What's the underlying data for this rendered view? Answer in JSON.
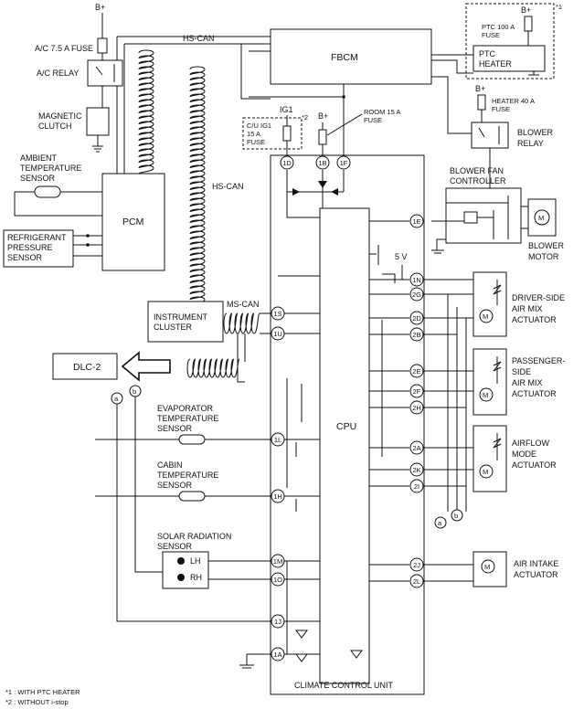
{
  "labels": {
    "fbcm": "FBCM",
    "hs_can_top": "HS-CAN",
    "hs_can_mid": "HS-CAN",
    "ms_can": "MS-CAN",
    "bplus_1": "B+",
    "bplus_2": "B+",
    "bplus_3": "B+",
    "bplus_4": "B+",
    "ig1": "IG1",
    "ac_fuse": "A/C 7.5 A FUSE",
    "ac_relay": "A/C RELAY",
    "magnetic_clutch_1": "MAGNETIC",
    "magnetic_clutch_2": "CLUTCH",
    "ambient_1": "AMBIENT",
    "ambient_2": "TEMPERATURE",
    "ambient_3": "SENSOR",
    "pcm": "PCM",
    "refrig_1": "REFRIGERANT",
    "refrig_2": "PRESSURE",
    "refrig_3": "SENSOR",
    "instrument_1": "INSTRUMENT",
    "instrument_2": "CLUSTER",
    "dlc2": "DLC-2",
    "cu_ig1_1": "C/U IG1",
    "cu_ig1_2": "15 A",
    "cu_ig1_3": "FUSE",
    "room_fuse_1": "ROOM 15 A",
    "room_fuse_2": "FUSE",
    "ptc_fuse_1": "PTC 100 A",
    "ptc_fuse_2": "FUSE",
    "ptc_heater_1": "PTC",
    "ptc_heater_2": "HEATER",
    "heater_fuse_1": "HEATER 40 A",
    "heater_fuse_2": "FUSE",
    "blower_relay_1": "BLOWER",
    "blower_relay_2": "RELAY",
    "blower_fan_1": "BLOWER FAN",
    "blower_fan_2": "CONTROLLER",
    "blower_motor_1": "BLOWER",
    "blower_motor_2": "MOTOR",
    "five_v": "5 V",
    "cpu": "CPU",
    "climate_unit": "CLIMATE CONTROL UNIT",
    "evap_1": "EVAPORATOR",
    "evap_2": "TEMPERATURE",
    "evap_3": "SENSOR",
    "cabin_1": "CABIN",
    "cabin_2": "TEMPERATURE",
    "cabin_3": "SENSOR",
    "solar_1": "SOLAR RADIATION",
    "solar_2": "SENSOR",
    "lh": "LH",
    "rh": "RH",
    "driver_1": "DRIVER-SIDE",
    "driver_2": "AIR MIX",
    "driver_3": "ACTUATOR",
    "pass_1": "PASSENGER-",
    "pass_2": "SIDE",
    "pass_3": "AIR MIX",
    "pass_4": "ACTUATOR",
    "airflow_1": "AIRFLOW",
    "airflow_2": "MODE",
    "airflow_3": "ACTUATOR",
    "intake_1": "AIR INTAKE",
    "intake_2": "ACTUATOR",
    "note_star1": "*1",
    "note_star2": "*2",
    "m": "M",
    "m2": "M",
    "m3": "M",
    "m4": "M",
    "m5": "M",
    "a_top": "a",
    "b_top": "b",
    "a_bot": "a",
    "b_bot": "b"
  },
  "pins": {
    "p1D": "1D",
    "p1B": "1B",
    "p1F": "1F",
    "p1E": "1E",
    "p1N": "1N",
    "p2G": "2G",
    "p2D": "2D",
    "p2B": "2B",
    "p2E": "2E",
    "p2F": "2F",
    "p2H": "2H",
    "p2A": "2A",
    "p2K": "2K",
    "p2I": "2I",
    "p2J": "2J",
    "p2L": "2L",
    "p1S": "1S",
    "p1U": "1U",
    "p1L": "1L",
    "p1H": "1H",
    "p1M": "1M",
    "p1O": "1O",
    "p1J": "1J",
    "p1A": "1A"
  },
  "footnotes": [
    "*1 : WITH PTC HEATER",
    "*2 : WITHOUT i-stop"
  ]
}
